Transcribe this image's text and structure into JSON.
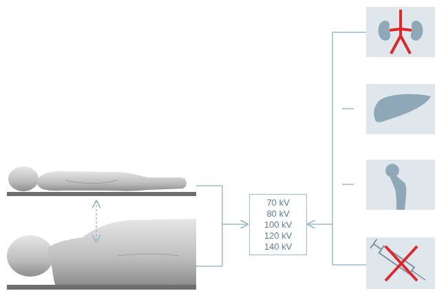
{
  "diagram": {
    "nodes": [
      {
        "text": [
          "70 kV",
          "80 kV",
          "100 kV",
          "120 kV",
          "140 kV"
        ]
      }
    ]
  }
}
